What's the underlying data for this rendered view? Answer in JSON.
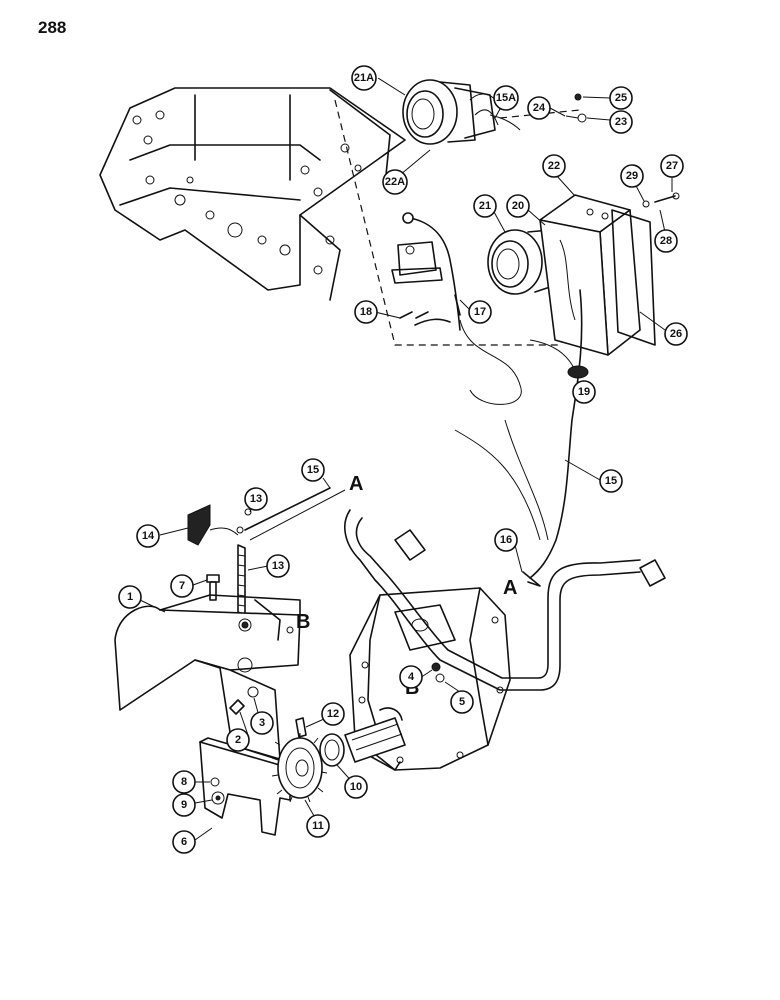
{
  "page_number": "288",
  "callouts": [
    {
      "id": "c1",
      "label": "1"
    },
    {
      "id": "c2",
      "label": "2"
    },
    {
      "id": "c3",
      "label": "3"
    },
    {
      "id": "c4",
      "label": "4"
    },
    {
      "id": "c5",
      "label": "5"
    },
    {
      "id": "c6",
      "label": "6"
    },
    {
      "id": "c7",
      "label": "7"
    },
    {
      "id": "c8",
      "label": "8"
    },
    {
      "id": "c9",
      "label": "9"
    },
    {
      "id": "c10",
      "label": "10"
    },
    {
      "id": "c11",
      "label": "11"
    },
    {
      "id": "c12",
      "label": "12"
    },
    {
      "id": "c13a",
      "label": "13"
    },
    {
      "id": "c13b",
      "label": "13"
    },
    {
      "id": "c14",
      "label": "14"
    },
    {
      "id": "c15a",
      "label": "15"
    },
    {
      "id": "c15b",
      "label": "15"
    },
    {
      "id": "c15A",
      "label": "15A"
    },
    {
      "id": "c16",
      "label": "16"
    },
    {
      "id": "c17",
      "label": "17"
    },
    {
      "id": "c18",
      "label": "18"
    },
    {
      "id": "c19",
      "label": "19"
    },
    {
      "id": "c20",
      "label": "20"
    },
    {
      "id": "c21",
      "label": "21"
    },
    {
      "id": "c21A",
      "label": "21A"
    },
    {
      "id": "c22",
      "label": "22"
    },
    {
      "id": "c22A",
      "label": "22A"
    },
    {
      "id": "c23",
      "label": "23"
    },
    {
      "id": "c24",
      "label": "24"
    },
    {
      "id": "c25",
      "label": "25"
    },
    {
      "id": "c26",
      "label": "26"
    },
    {
      "id": "c27",
      "label": "27"
    },
    {
      "id": "c28",
      "label": "28"
    },
    {
      "id": "c29",
      "label": "29"
    }
  ],
  "reference_letters": [
    {
      "id": "refA1",
      "label": "A"
    },
    {
      "id": "refA2",
      "label": "A"
    },
    {
      "id": "refB1",
      "label": "B"
    },
    {
      "id": "refB2",
      "label": "B"
    }
  ]
}
